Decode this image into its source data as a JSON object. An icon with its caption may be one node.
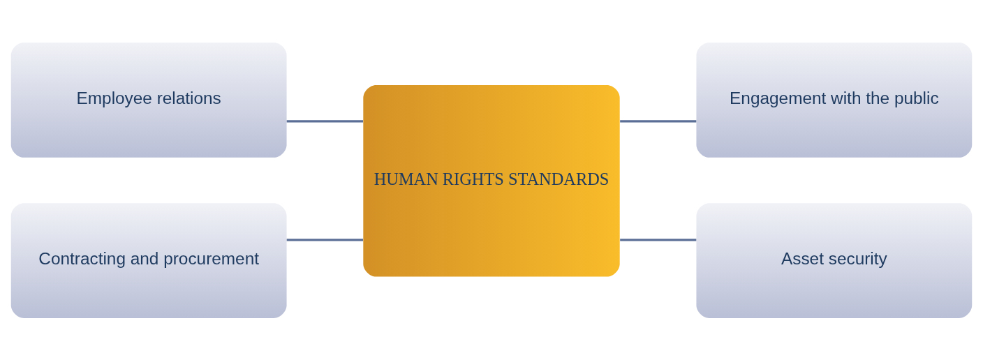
{
  "diagram": {
    "nodes": [
      {
        "text": [
          "Employee relations"
        ]
      },
      {
        "text": [
          "Engagement with the public"
        ]
      },
      {
        "text": [
          "HUMAN RIGHTS STANDARDS"
        ]
      },
      {
        "text": [
          "Contracting and procurement"
        ]
      },
      {
        "text": [
          "Asset security"
        ]
      }
    ],
    "edges": [
      {
        "from": 0,
        "to": 2,
        "arrow": "none"
      },
      {
        "from": 2,
        "to": 1,
        "arrow": "none"
      },
      {
        "from": 3,
        "to": 2,
        "arrow": "none"
      },
      {
        "from": 2,
        "to": 4,
        "arrow": "none"
      }
    ]
  }
}
